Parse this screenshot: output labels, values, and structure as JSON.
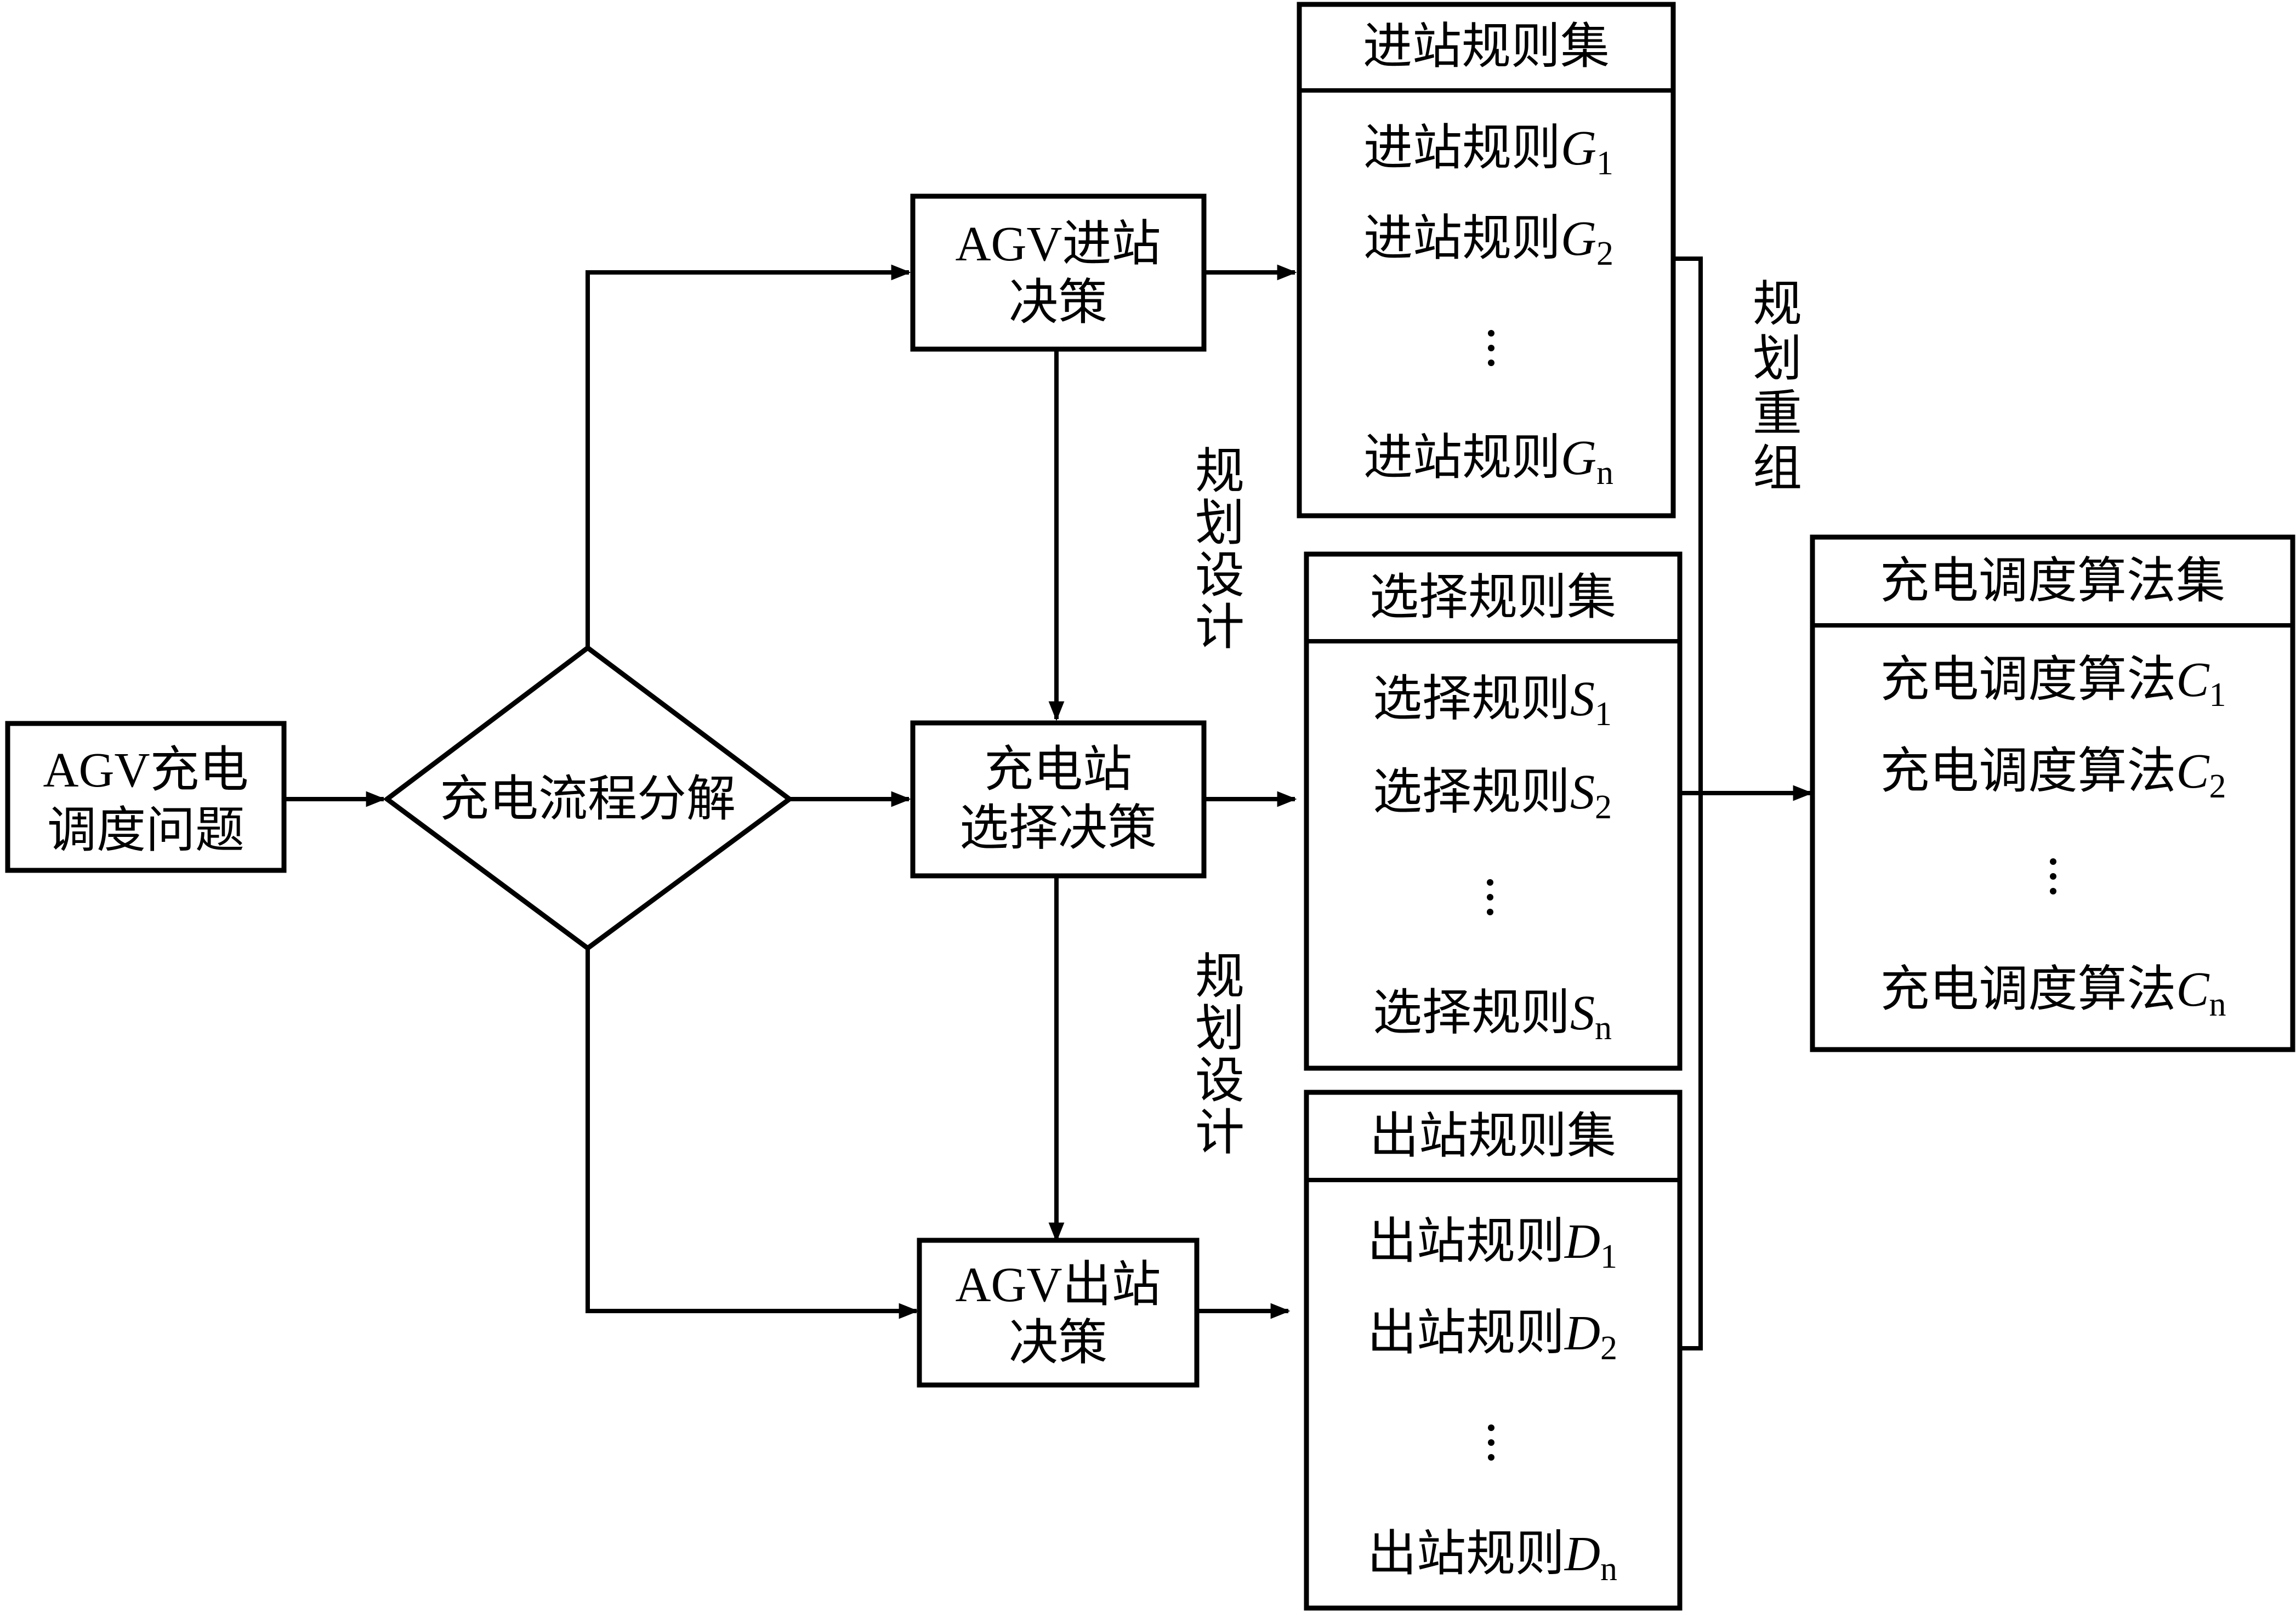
{
  "problem": {
    "line1": "AGV充电",
    "line2": "调度问题"
  },
  "decompose": {
    "label": "充电流程分解"
  },
  "decisions": {
    "entry": {
      "line1": "AGV进站",
      "line2": "决策"
    },
    "select": {
      "line1": "充电站",
      "line2": "选择决策"
    },
    "exit": {
      "line1": "AGV出站",
      "line2": "决策"
    }
  },
  "design_label_top": [
    "规",
    "划",
    "设",
    "计"
  ],
  "design_label_bottom": [
    "规",
    "划",
    "设",
    "计"
  ],
  "reorg_label": [
    "规",
    "划",
    "重",
    "组"
  ],
  "entry_rules": {
    "title": "进站规则集",
    "items": [
      {
        "prefix": "进站规则",
        "var": "G",
        "sub": "1"
      },
      {
        "prefix": "进站规则",
        "var": "G",
        "sub": "2"
      },
      {
        "prefix": "进站规则",
        "var": "G",
        "sub": "n"
      }
    ]
  },
  "select_rules": {
    "title": "选择规则集",
    "items": [
      {
        "prefix": "选择规则",
        "var": "S",
        "sub": "1"
      },
      {
        "prefix": "选择规则",
        "var": "S",
        "sub": "2"
      },
      {
        "prefix": "选择规则",
        "var": "S",
        "sub": "n"
      }
    ]
  },
  "exit_rules": {
    "title": "出站规则集",
    "items": [
      {
        "prefix": "出站规则",
        "var": "D",
        "sub": "1"
      },
      {
        "prefix": "出站规则",
        "var": "D",
        "sub": "2"
      },
      {
        "prefix": "出站规则",
        "var": "D",
        "sub": "n"
      }
    ]
  },
  "algorithms": {
    "title": "充电调度算法集",
    "items": [
      {
        "prefix": "充电调度算法",
        "var": "C",
        "sub": "1"
      },
      {
        "prefix": "充电调度算法",
        "var": "C",
        "sub": "2"
      },
      {
        "prefix": "充电调度算法",
        "var": "C",
        "sub": "n"
      }
    ]
  }
}
